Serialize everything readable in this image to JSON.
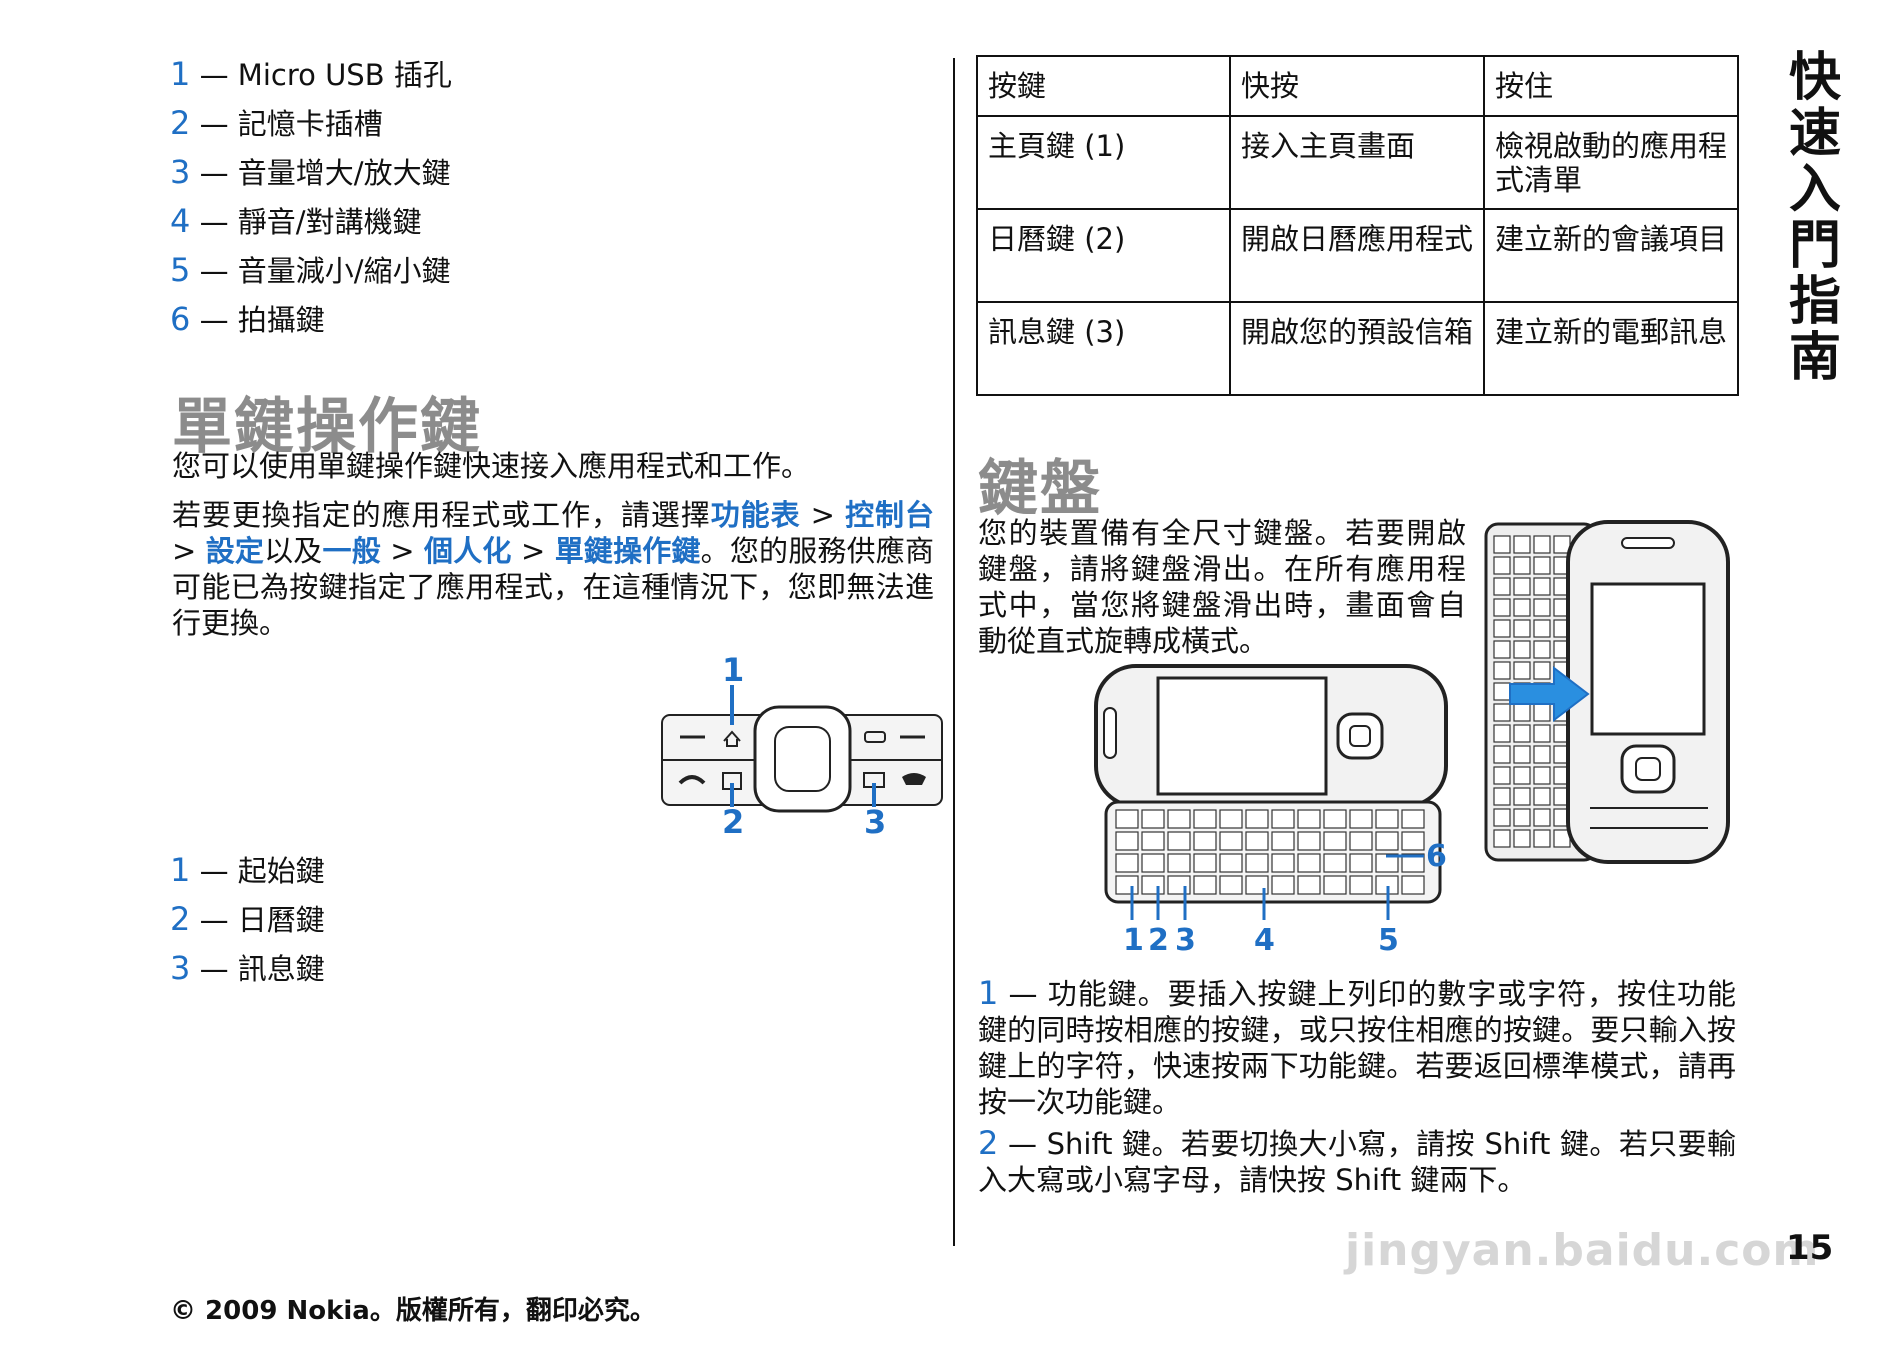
{
  "connectors": [
    {
      "num": "1",
      "label": "Micro USB 插孔"
    },
    {
      "num": "2",
      "label": "記憶卡插槽"
    },
    {
      "num": "3",
      "label": "音量增大/放大鍵"
    },
    {
      "num": "4",
      "label": "靜音/對講機鍵"
    },
    {
      "num": "5",
      "label": "音量減小/縮小鍵"
    },
    {
      "num": "6",
      "label": "拍攝鍵"
    }
  ],
  "one_touch": {
    "heading": "單鍵操作鍵",
    "intro": "您可以使用單鍵操作鍵快速接入應用程式和工作。",
    "change_before": "若要更換指定的應用程式或工作，請選擇",
    "link_menu": "功能表",
    "sep": " > ",
    "link_control": "控制台",
    "link_settings": "設定",
    "joiner": "以及",
    "link_general": "一般",
    "link_personal": "個人化",
    "link_onetouch": "單鍵操作鍵",
    "change_after": "。您的服務供應商可能已為按鍵指定了應用程式，在這種情況下，您即無法進行更換。",
    "figure_labels": [
      "1",
      "2",
      "3"
    ],
    "keys_legend": [
      {
        "num": "1",
        "label": "起始鍵"
      },
      {
        "num": "2",
        "label": "日曆鍵"
      },
      {
        "num": "3",
        "label": "訊息鍵"
      }
    ]
  },
  "key_table": {
    "headers": [
      "按鍵",
      "快按",
      "按住"
    ],
    "rows": [
      [
        "主頁鍵 (1)",
        "接入主頁畫面",
        "檢視啟動的應用程式清單"
      ],
      [
        "日曆鍵 (2)",
        "開啟日曆應用程式",
        "建立新的會議項目"
      ],
      [
        "訊息鍵 (3)",
        "開啟您的預設信箱",
        "建立新的電郵訊息"
      ]
    ]
  },
  "keyboard": {
    "heading": "鍵盤",
    "intro": "您的裝置備有全尺寸鍵盤。若要開啟鍵盤，請將鍵盤滑出。在所有應用程式中，當您將鍵盤滑出時，畫面會自動從直式旋轉成橫式。",
    "figure_labels": [
      "1",
      "2",
      "3",
      "4",
      "5",
      "6"
    ],
    "desc": [
      {
        "num": "1",
        "text": "功能鍵。要插入按鍵上列印的數字或字符，按住功能鍵的同時按相應的按鍵，或只按住相應的按鍵。要只輸入按鍵上的字符，快速按兩下功能鍵。若要返回標準模式，請再按一次功能鍵。"
      },
      {
        "num": "2",
        "text": "Shift 鍵。若要切換大小寫，請按 Shift 鍵。若只要輸入大寫或小寫字母，請快按 Shift 鍵兩下。"
      }
    ]
  },
  "legend_dash": "—",
  "side_title": "快速入門指南",
  "page_number": "15",
  "copyright": "© 2009 Nokia。版權所有，翻印必究。",
  "watermark": "jingyan.baidu.com",
  "colors": {
    "accent": "#1f6fc4",
    "heading_gray": "#8c8c8c"
  }
}
